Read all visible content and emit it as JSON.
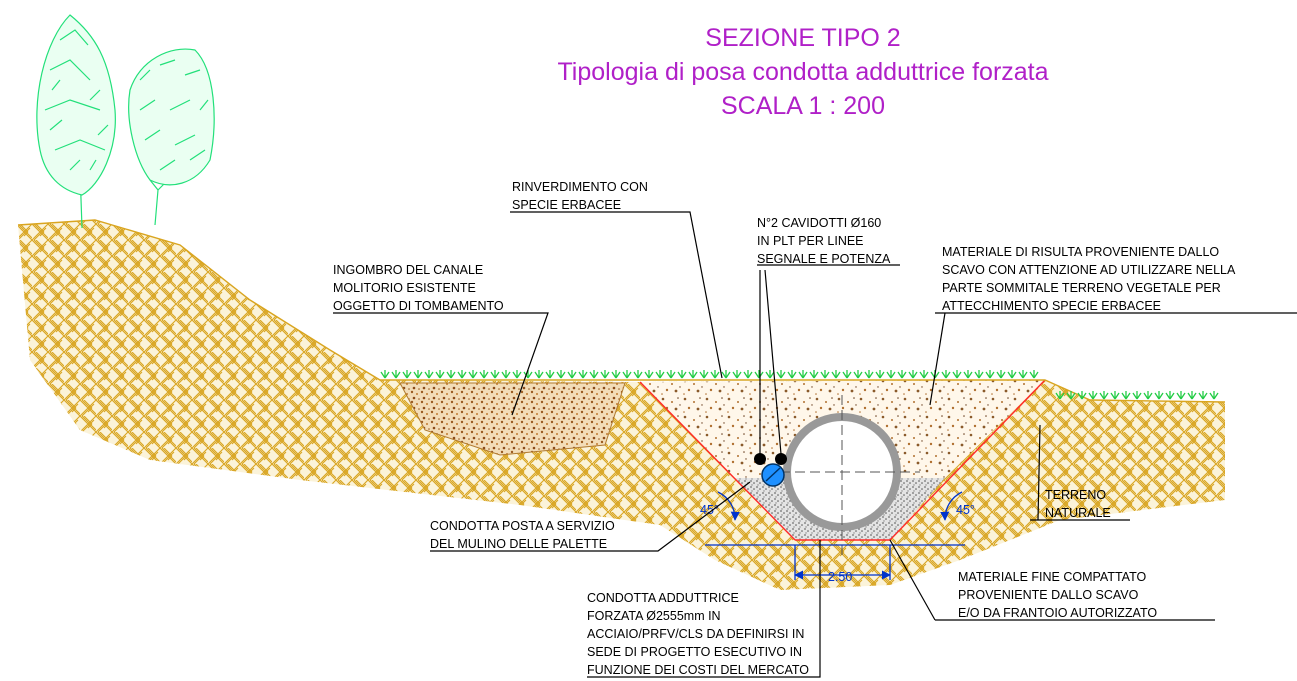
{
  "title": {
    "line1": "SEZIONE TIPO 2",
    "line2": "Tipologia di posa condotta adduttrice forzata",
    "line3": "SCALA 1 : 200"
  },
  "labels": {
    "rinverdimento": [
      "RINVERDIMENTO CON",
      "SPECIE ERBACEE"
    ],
    "cavidotti": [
      "N°2 CAVIDOTTI Ø160",
      "IN PLT PER LINEE",
      "SEGNALE E POTENZA"
    ],
    "materiale_risulta": [
      "MATERIALE DI RISULTA PROVENIENTE DALLO",
      "SCAVO CON ATTENZIONE AD UTILIZZARE NELLA",
      "PARTE SOMMITALE TERRENO VEGETALE PER",
      "ATTECCHIMENTO SPECIE ERBACEE"
    ],
    "ingombro": [
      "INGOMBRO DEL CANALE",
      "MOLITORIO ESISTENTE",
      "OGGETTO DI TOMBAMENTO"
    ],
    "terreno": [
      "TERRENO",
      "NATURALE"
    ],
    "condotta_servizio": [
      "CONDOTTA POSTA A SERVIZIO",
      "DEL MULINO DELLE PALETTE"
    ],
    "condotta_adduttrice": [
      "CONDOTTA ADDUTTRICE",
      "FORZATA Ø2555mm IN",
      "ACCIAIO/PRFV/CLS DA DEFINIRSI IN",
      "SEDE DI PROGETTO ESECUTIVO IN",
      "FUNZIONE DEI COSTI DEL MERCATO"
    ],
    "materiale_fine": [
      "MATERIALE FINE COMPATTATO",
      "PROVENIENTE DALLO SCAVO",
      "E/O DA FRANTOIO AUTORIZZATO"
    ]
  },
  "dimensions": {
    "angle_left": "45°",
    "angle_right": "45°",
    "width": "2.50"
  },
  "colors": {
    "title": "#b020c8",
    "soil": "#d9a520",
    "grass": "#22cc44",
    "tree": "#22e07a",
    "fill_brown": "#8a5a2a",
    "gravel": "#909090",
    "pipe": "#999999",
    "dimension": "#0033cc",
    "excavation": "#ff2a2a",
    "service_pipe": "#1e90ff"
  }
}
